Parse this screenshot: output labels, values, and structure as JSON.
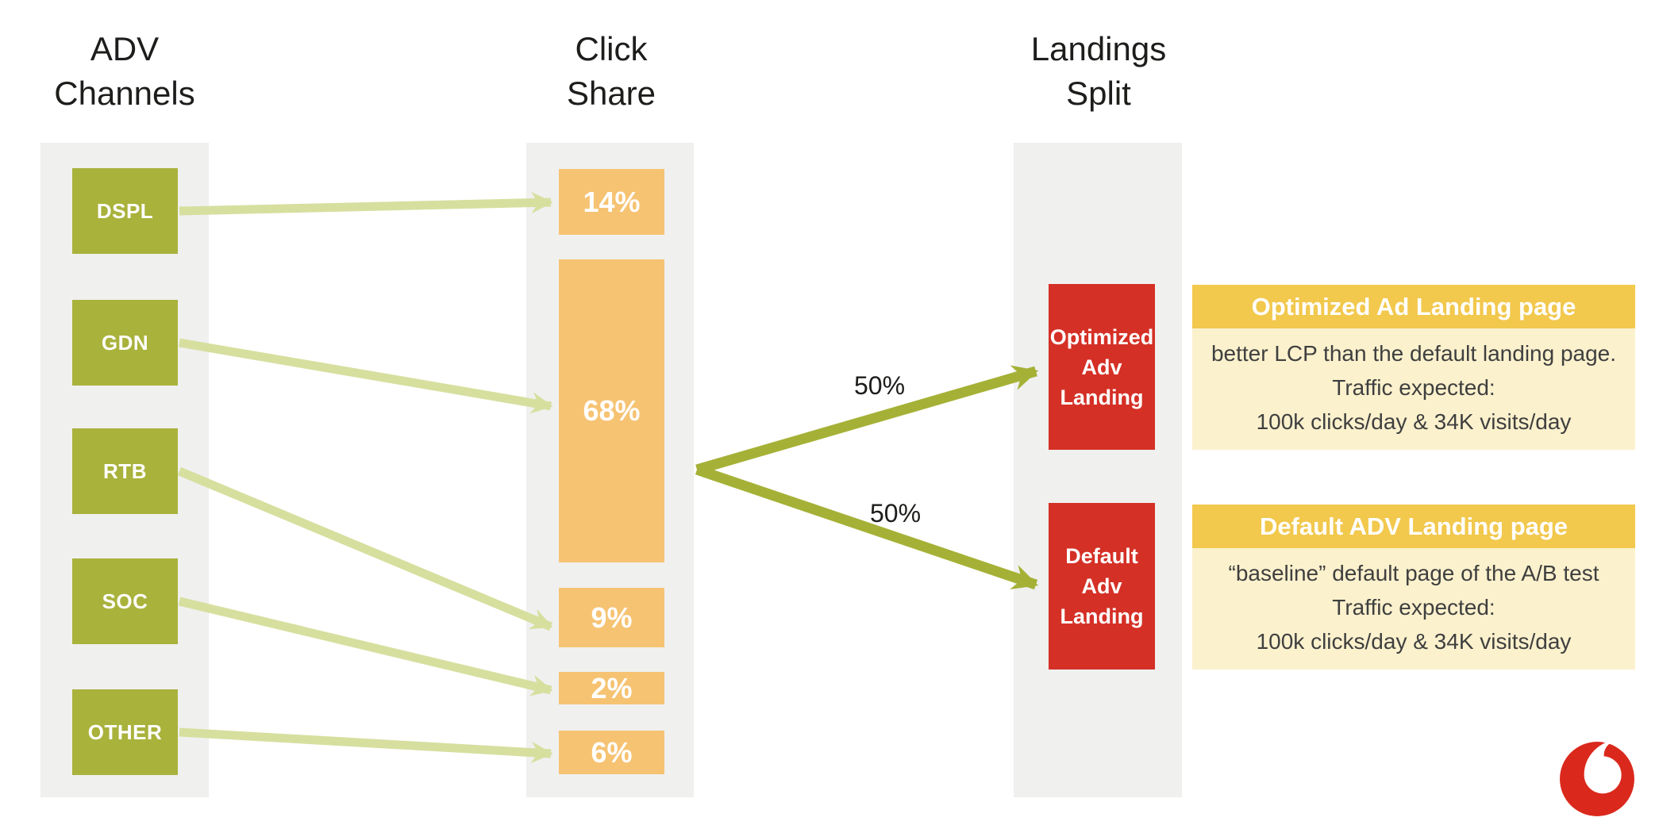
{
  "colors": {
    "bg": "#ffffff",
    "panel_gray": "#f0f0ef",
    "channel_green": "#a9b23b",
    "arrow_light": "#d7df9f",
    "arrow_dark": "#a5b136",
    "share_orange": "#f6c373",
    "landing_red": "#d53026",
    "card_header_yellow": "#f2c84d",
    "card_body_yellow": "#fbf1cd",
    "title_text": "#1d1d1b",
    "card_text": "#3f3f3f",
    "logo_red": "#da291c"
  },
  "headers": {
    "adv_channels": {
      "line1": "ADV",
      "line2": "Channels"
    },
    "click_share": {
      "line1": "Click",
      "line2": "Share"
    },
    "landings_split": {
      "line1": "Landings",
      "line2": "Split"
    }
  },
  "channels": [
    {
      "label": "DSPL"
    },
    {
      "label": "GDN"
    },
    {
      "label": "RTB"
    },
    {
      "label": "SOC"
    },
    {
      "label": "OTHER"
    }
  ],
  "click_shares": [
    {
      "label": "14%"
    },
    {
      "label": "68%"
    },
    {
      "label": "9%"
    },
    {
      "label": "2%"
    },
    {
      "label": "6%"
    }
  ],
  "split": {
    "upper_label": "50%",
    "lower_label": "50%"
  },
  "landings": [
    {
      "line1": "Optimized",
      "line2": "Adv",
      "line3": "Landing"
    },
    {
      "line1": "Default",
      "line2": "Adv",
      "line3": "Landing"
    }
  ],
  "cards": [
    {
      "title": "Optimized Ad Landing page",
      "body_line1": "better LCP than the default landing page.",
      "body_line2": "Traffic expected:",
      "body_line3": "100k clicks/day  & 34K visits/day"
    },
    {
      "title": "Default ADV Landing page",
      "body_line1": "“baseline” default page of the A/B test",
      "body_line2": "Traffic expected:",
      "body_line3": "100k clicks/day  & 34K visits/day"
    }
  ]
}
